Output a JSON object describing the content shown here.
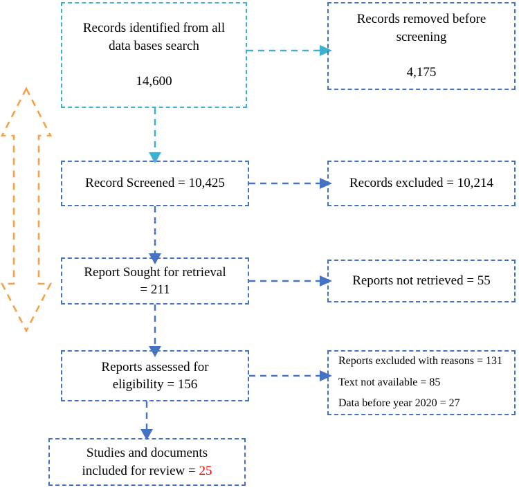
{
  "diagram": {
    "title": "PRISMA study selection flow diagram",
    "colors": {
      "cyan": "#3FAFCF",
      "blue": "#4472C4",
      "orange": "#F4A14A",
      "highlight_red": "#FF0000",
      "text": "#000000",
      "background": "#FFFFFF"
    },
    "boxes": [
      {
        "id": "identification",
        "lines": [
          "Records identified from all",
          "data bases search"
        ],
        "count": "14,600",
        "border_color": "cyan"
      },
      {
        "id": "removed-before-screening",
        "lines": [
          "Records removed before",
          "screening"
        ],
        "count": "4,175",
        "border_color": "blue"
      },
      {
        "id": "records-screened",
        "lines": [
          "Record Screened = 10,425"
        ],
        "border_color": "blue"
      },
      {
        "id": "records-excluded",
        "lines": [
          "Records excluded = 10,214"
        ],
        "border_color": "blue"
      },
      {
        "id": "reports-sought",
        "lines": [
          "Report Sought for retrieval",
          "= 211"
        ],
        "border_color": "blue"
      },
      {
        "id": "reports-not-retrieved",
        "lines": [
          "Reports not retrieved = 55"
        ],
        "border_color": "blue"
      },
      {
        "id": "reports-assessed",
        "lines": [
          "Reports assessed for",
          "eligibility = 156"
        ],
        "border_color": "blue"
      },
      {
        "id": "reports-excluded-reasons",
        "lines": [
          "Reports excluded with reasons = 131",
          "Text not available = 85",
          "Data before year 2020 = 27"
        ],
        "border_color": "blue"
      },
      {
        "id": "included-studies",
        "lines": [
          "Studies and documents",
          "included for review = "
        ],
        "included_count": "25",
        "border_color": "blue"
      }
    ],
    "side_marker": {
      "id": "phase-range-arrow",
      "shape": "double-headed-vertical-arrow",
      "color": "#F4A14A"
    }
  }
}
